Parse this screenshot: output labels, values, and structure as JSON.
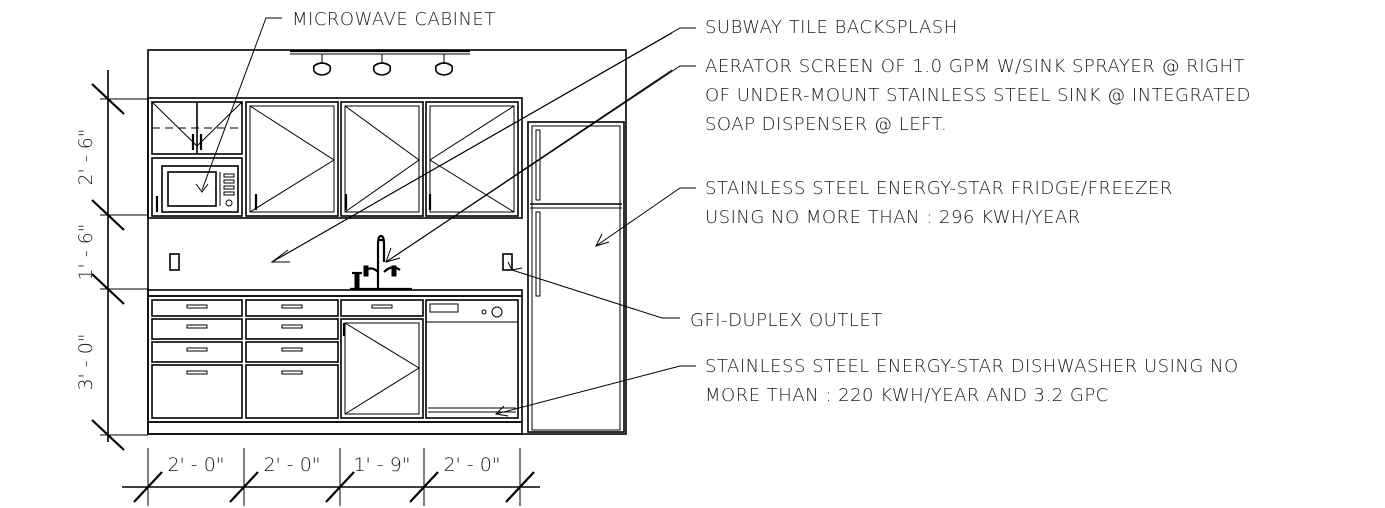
{
  "labels": {
    "microwave_cabinet": "MICROWAVE CABINET",
    "subway_tile": "SUBWAY TILE BACKSPLASH",
    "aerator_1": "AERATOR SCREEN OF 1.0 GPM W/SINK SPRAYER @ RIGHT",
    "aerator_2": "OF UNDER-MOUNT STAINLESS STEEL SINK @ INTEGRATED",
    "aerator_3": "SOAP DISPENSER @ LEFT.",
    "fridge_1": "STAINLESS STEEL ENERGY-STAR FRIDGE/FREEZER",
    "fridge_2": "USING NO MORE THAN : 296 KWH/YEAR",
    "outlet": "GFI-DUPLEX OUTLET",
    "dishwasher_1": "STAINLESS STEEL ENERGY-STAR DISHWASHER USING NO",
    "dishwasher_2": "MORE THAN : 220 KWH/YEAR AND 3.2 GPC"
  },
  "dimensions": {
    "vertical": [
      "2' - 6\"",
      "1' - 6\"",
      "3' - 0\""
    ],
    "horizontal": [
      "2' - 0\"",
      "2' - 0\"",
      "1' - 9\"",
      "2' - 0\""
    ]
  }
}
